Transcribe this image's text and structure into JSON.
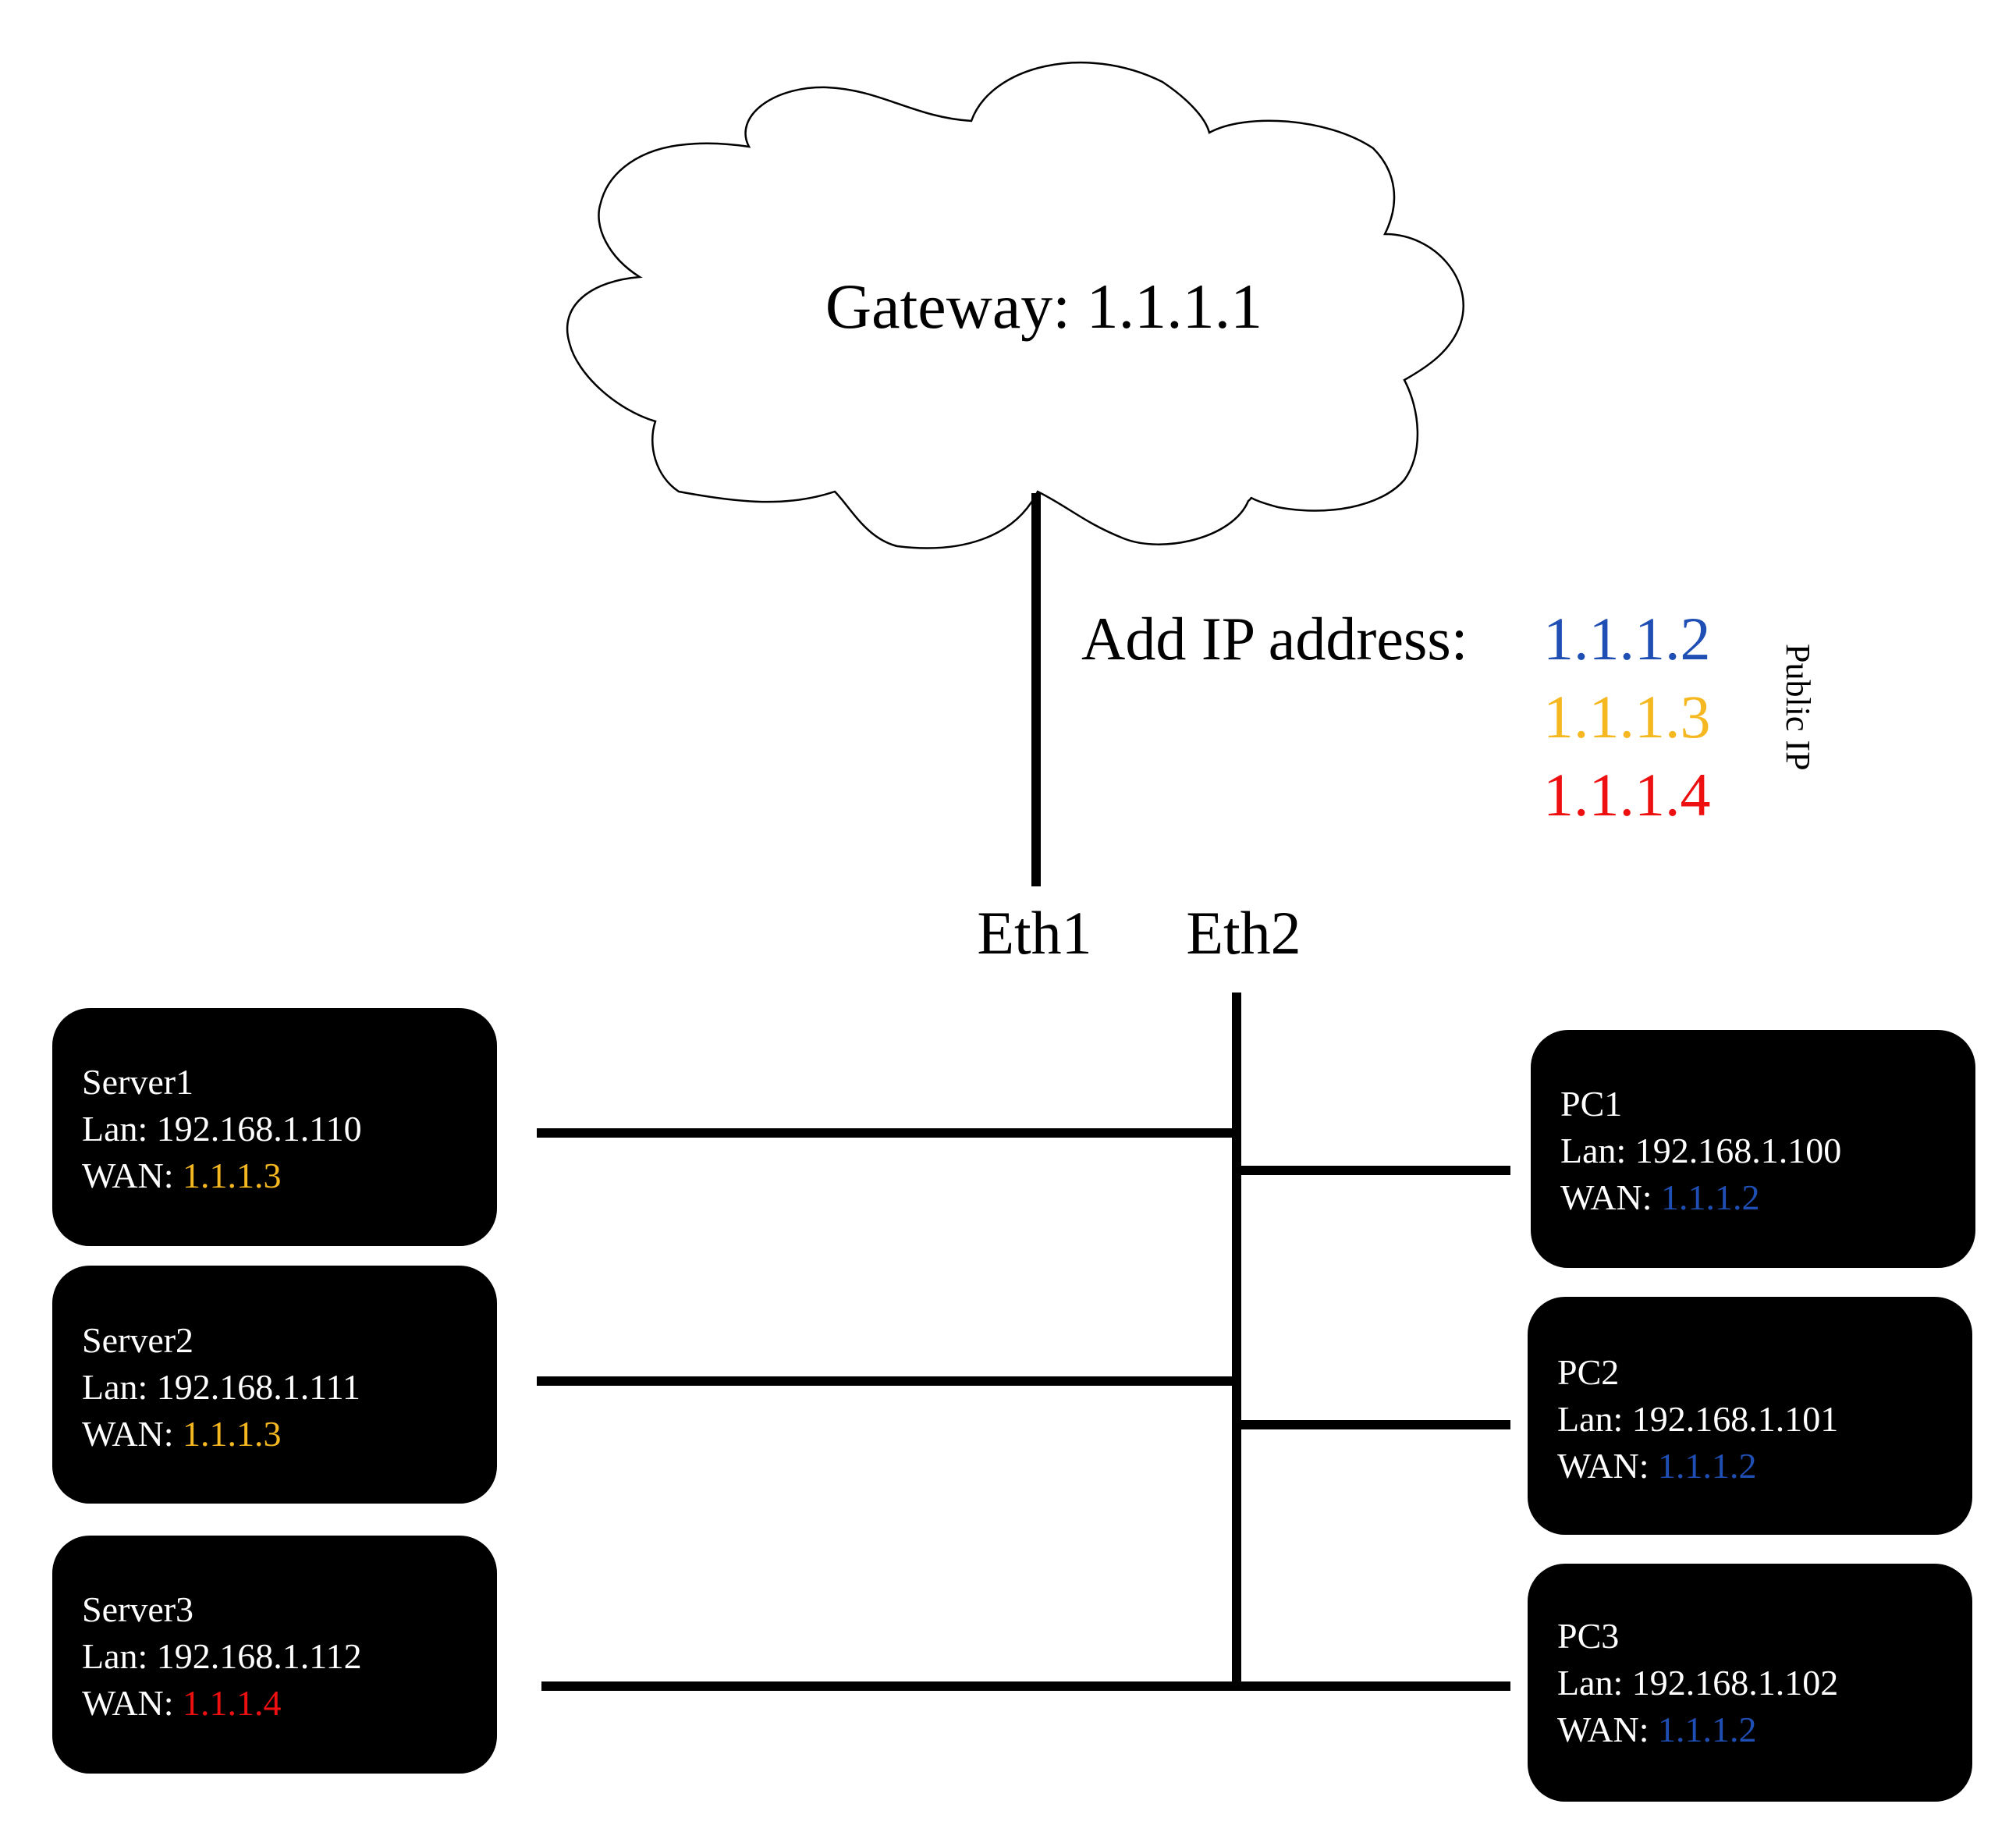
{
  "gateway": {
    "label": "Gateway: 1.1.1.1"
  },
  "interfaces": {
    "eth1": "Eth1",
    "eth2": "Eth2"
  },
  "public_ips": {
    "label": "Add IP address:",
    "side_label": "Public IP",
    "addresses": [
      {
        "ip": "1.1.1.2",
        "color": "#1f4fb4"
      },
      {
        "ip": "1.1.1.3",
        "color": "#f5b820"
      },
      {
        "ip": "1.1.1.4",
        "color": "#ee1010"
      }
    ]
  },
  "wan_prefix": "WAN: ",
  "servers": [
    {
      "name": "Server1",
      "lan": "Lan: 192.168.1.110",
      "wan": "1.1.1.3",
      "wan_color": "#f5b820"
    },
    {
      "name": "Server2",
      "lan": "Lan: 192.168.1.111",
      "wan": "1.1.1.3",
      "wan_color": "#f5b820"
    },
    {
      "name": "Server3",
      "lan": "Lan: 192.168.1.112",
      "wan": "1.1.1.4",
      "wan_color": "#ee1010"
    }
  ],
  "pcs": [
    {
      "name": "PC1",
      "lan": "Lan: 192.168.1.100",
      "wan": "1.1.1.2",
      "wan_color": "#1f4fb4"
    },
    {
      "name": "PC2",
      "lan": "Lan: 192.168.1.101",
      "wan": "1.1.1.2",
      "wan_color": "#1f4fb4"
    },
    {
      "name": "PC3",
      "lan": "Lan: 192.168.1.102",
      "wan": "1.1.1.2",
      "wan_color": "#1f4fb4"
    }
  ]
}
